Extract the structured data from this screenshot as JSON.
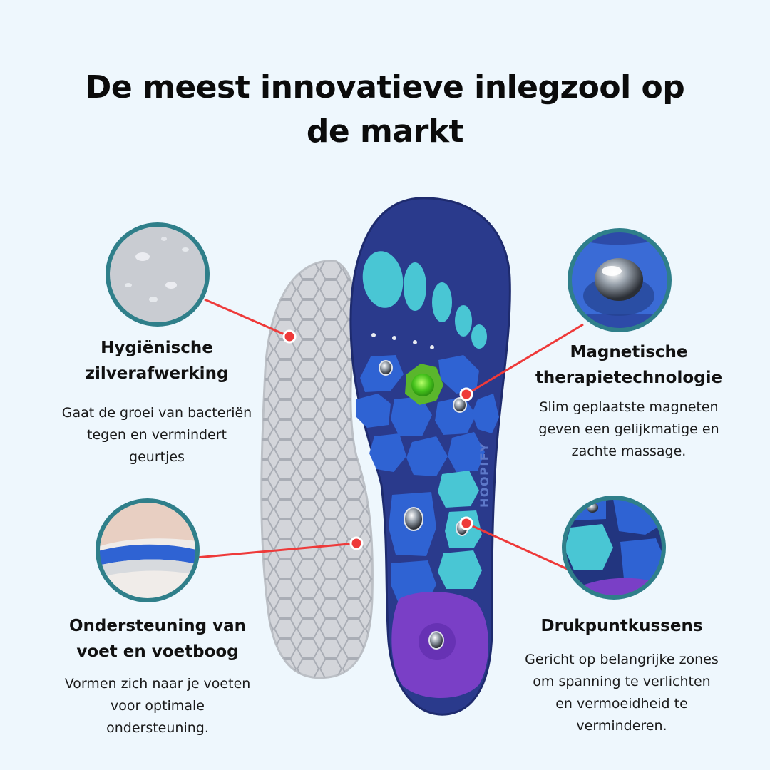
{
  "title": {
    "line1": "De meest innovatieve inlegzool op",
    "line2": "de markt"
  },
  "insole": {
    "brand_text": "HOOPIFY"
  },
  "features": {
    "hygiene": {
      "title_line1": "Hygiënische",
      "title_line2": "zilverafwerking",
      "desc_line1": "Gaat de groei van bacteriën",
      "desc_line2": "tegen en vermindert",
      "desc_line3": "geurtjes"
    },
    "magnetic": {
      "title_line1": "Magnetische",
      "title_line2": "therapietechnologie",
      "desc_line1": "Slim geplaatste magneten",
      "desc_line2": "geven een gelijkmatige en",
      "desc_line3": "zachte massage."
    },
    "support": {
      "title_line1": "Ondersteuning van",
      "title_line2": "voet en voetboog",
      "desc_line1": "Vormen zich naar je voeten",
      "desc_line2": "voor optimale",
      "desc_line3": "ondersteuning."
    },
    "pressure": {
      "title_line1": "Drukpuntkussens",
      "desc_line1": "Gericht op belangrijke zones",
      "desc_line2": "om spanning te verlichten",
      "desc_line3": "en vermoeidheid te",
      "desc_line4": "verminderen."
    }
  },
  "colors": {
    "background": "#eef7fd",
    "insole_navy": "#2a3a8c",
    "cushion_blue": "#2f63d3",
    "cushion_teal": "#49c6d4",
    "cushion_purple": "#7a3fc6",
    "pointer_red": "#ee3a3a",
    "circle_border": "#2f7f8a"
  }
}
